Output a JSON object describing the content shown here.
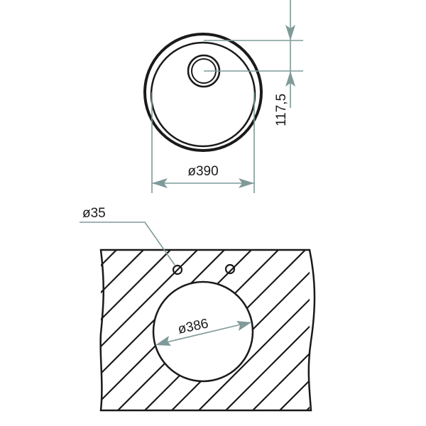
{
  "top_view": {
    "diameter_label": "ø390",
    "drain_offset_label": "117,5"
  },
  "cutout_view": {
    "hole_label": "ø35",
    "cutout_diameter_label": "ø386"
  },
  "colors": {
    "dimension": "#7f9a98",
    "outline": "#1a1a1a"
  }
}
